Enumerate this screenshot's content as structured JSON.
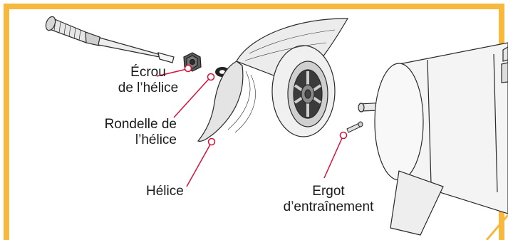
{
  "colors": {
    "frame": "#f6b93e",
    "callout_line": "#d8103a",
    "outline": "#2a2a2a",
    "part_fill": "#f2f2f2",
    "part_shade": "#d9d9d9",
    "dark_part": "#555555"
  },
  "labels": {
    "nut": [
      "Écrou",
      "de l’hélice"
    ],
    "washer": [
      "Rondelle de",
      "l’hélice"
    ],
    "propeller": "Hélice",
    "pin": [
      "Ergot",
      "d’entraînement"
    ]
  }
}
